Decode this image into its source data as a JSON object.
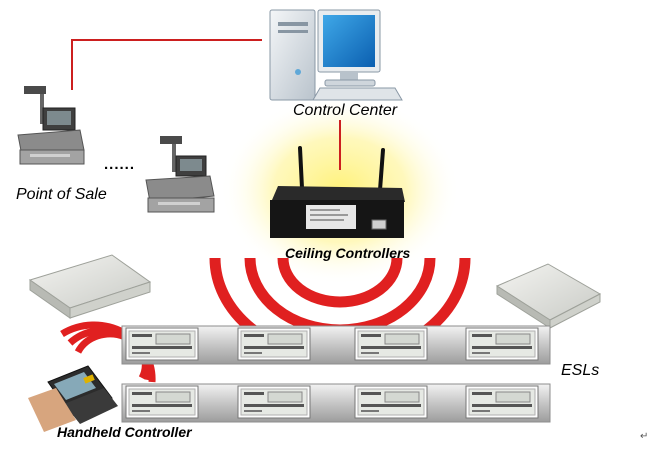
{
  "labels": {
    "control_center": "Control Center",
    "point_of_sale": "Point of Sale",
    "ellipsis": "......",
    "ceiling_controllers": "Ceiling Controllers",
    "esls": "ESLs",
    "handheld_controller": "Handheld Controller",
    "return_mark": "↵"
  },
  "colors": {
    "link_line": "#cc1f1f",
    "signal_arc": "#e02020",
    "glow": "#fff27a",
    "rail": "#c9c9c9",
    "esl_screen": "#e6e9e4"
  },
  "icons": [
    "desktop-computer-icon",
    "cash-register-icon",
    "wireless-router-icon",
    "access-point-icon",
    "barcode-scanner-icon",
    "esl-tag-icon"
  ]
}
